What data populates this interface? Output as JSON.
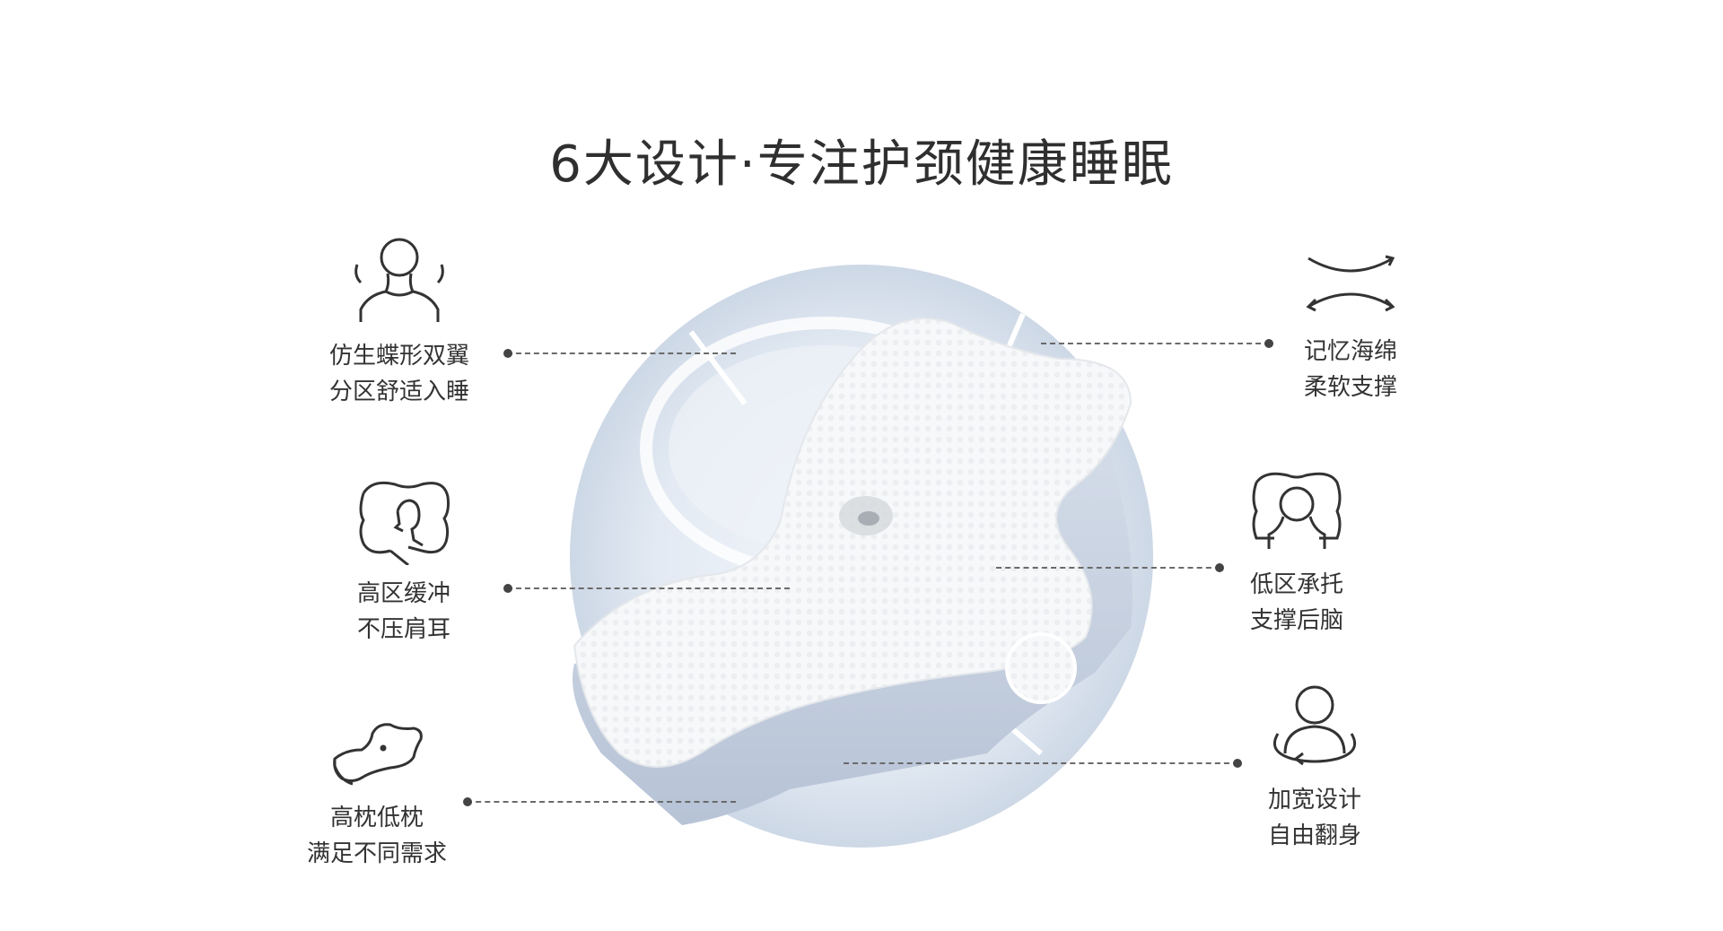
{
  "title": "6大设计·专注护颈健康睡眠",
  "features": {
    "butterfly": {
      "icon": "neck-figure-icon",
      "line1": "仿生蝶形双翼",
      "line2": "分区舒适入睡"
    },
    "high_zone": {
      "icon": "side-head-pillow-icon",
      "line1": "高区缓冲",
      "line2": "不压肩耳"
    },
    "height": {
      "icon": "pillow-shape-icon",
      "line1": "高枕低枕",
      "line2": "满足不同需求"
    },
    "memory_foam": {
      "icon": "curved-arrows-icon",
      "line1": "记忆海绵",
      "line2": "柔软支撑"
    },
    "low_zone": {
      "icon": "back-head-pillow-icon",
      "line1": "低区承托",
      "line2": "支撑后脑"
    },
    "wide": {
      "icon": "person-rotate-icon",
      "line1": "加宽设计",
      "line2": "自由翻身"
    }
  },
  "colors": {
    "circle_outer": "#dde5ef",
    "circle_inner": "#eef3f9",
    "pillow_top": "#f6f7f8",
    "pillow_side": "#c8d2e0",
    "text": "#333333"
  }
}
